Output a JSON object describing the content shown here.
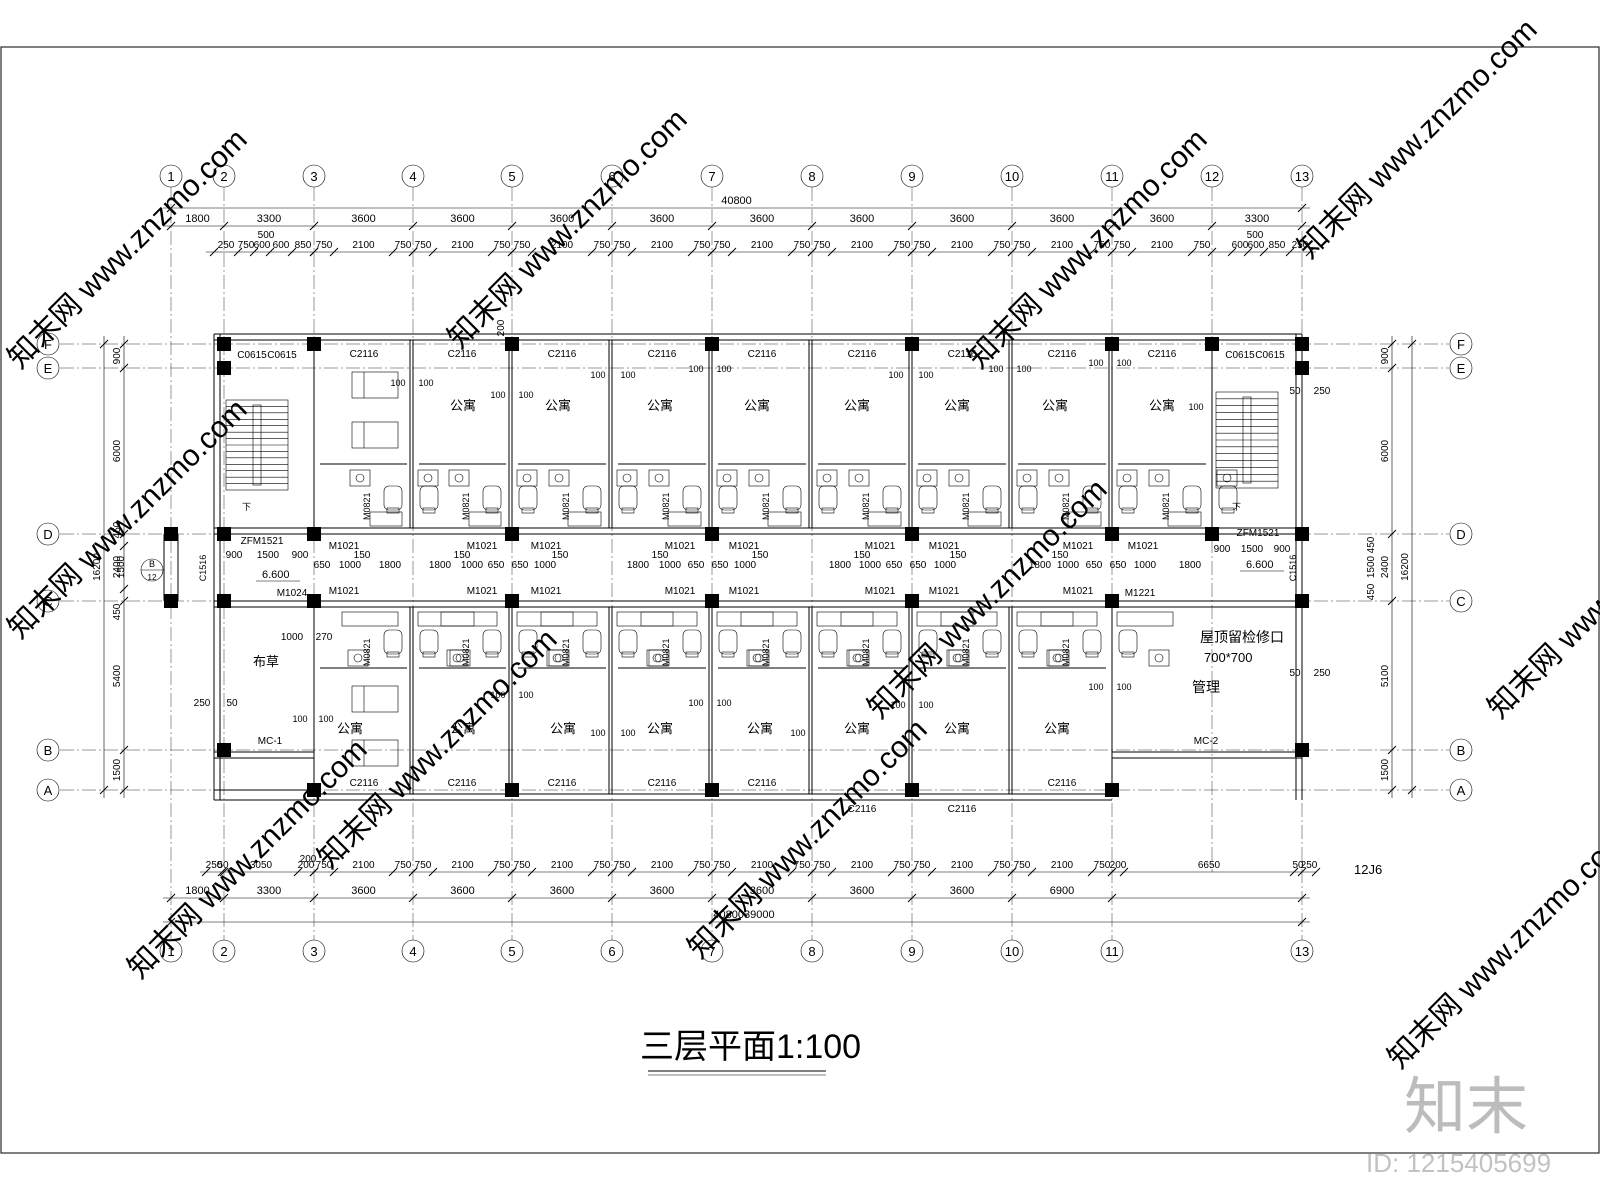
{
  "drawing": {
    "title": "三层平面1:100",
    "watermark_logo": "知末",
    "watermark_site": "www.znzmo.com",
    "watermark_cn": "知末网",
    "id_label": "ID: 1215405699",
    "detail_ref": "12J6"
  },
  "axes": {
    "columns": [
      "1",
      "2",
      "3",
      "4",
      "5",
      "6",
      "7",
      "8",
      "9",
      "10",
      "11",
      "12",
      "13"
    ],
    "rows": [
      "F",
      "E",
      "D",
      "C",
      "B",
      "A"
    ],
    "bottom_columns": [
      "1",
      "2",
      "3",
      "4",
      "5",
      "6",
      "7",
      "8",
      "9",
      "10",
      "11",
      "13"
    ]
  },
  "dimensions": {
    "top_total": "40800",
    "top_axes": [
      "1800",
      "3300",
      "3600",
      "3600",
      "3600",
      "3600",
      "3600",
      "3600",
      "3600",
      "3600",
      "3600",
      "3300"
    ],
    "top_detail_left": [
      "250",
      "750",
      "600",
      "600",
      "850"
    ],
    "top_detail_mid": [
      "750",
      "2100",
      "750"
    ],
    "top_detail_right": [
      "600",
      "600",
      "850",
      "250"
    ],
    "top_detail_500": "500",
    "bottom_total": "40800",
    "bottom_total_b": "39000",
    "bottom_axes": [
      "1800",
      "3300",
      "3600",
      "3600",
      "3600",
      "3600",
      "3600",
      "3600",
      "3600",
      "6900"
    ],
    "bottom_detail_left": [
      "250",
      "50",
      "3050",
      "200"
    ],
    "bottom_detail_right": [
      "200",
      "6650",
      "50",
      "250"
    ],
    "left_outer": "16200",
    "left_rows": [
      "900",
      "6000",
      "450",
      "2400",
      "1500",
      "450",
      "5400",
      "1500"
    ],
    "right_outer": "16200",
    "right_rows": [
      "900",
      "6000",
      "2400",
      "450",
      "1500",
      "450",
      "5100",
      "1500"
    ],
    "right_250": "250"
  },
  "labels": {
    "room_apartment": "公寓",
    "room_manage": "管理",
    "room_lawn": "布草",
    "window_top": "C2116",
    "window_small": "C0615",
    "window_side": "C1516",
    "door_room": "M1021",
    "door_bath": "M0821",
    "door_fire": "ZFM1521",
    "door_m1024": "M1024",
    "door_m1221": "M1221",
    "door_mc1": "MC-1",
    "door_mc2": "MC-2",
    "roof_hatch": "屋顶留检修口",
    "roof_hatch_size": "700*700",
    "elevation": "6.600",
    "stair_down": "下",
    "section_mark_top": "B",
    "section_mark_bottom": "12",
    "num_100": "100",
    "num_50": "50",
    "num_150": "150",
    "num_1800": "1800",
    "num_1000": "1000",
    "num_650": "650",
    "num_900": "900",
    "num_1500": "1500",
    "num_270": "270",
    "num_250": "250",
    "num_200": "200"
  }
}
